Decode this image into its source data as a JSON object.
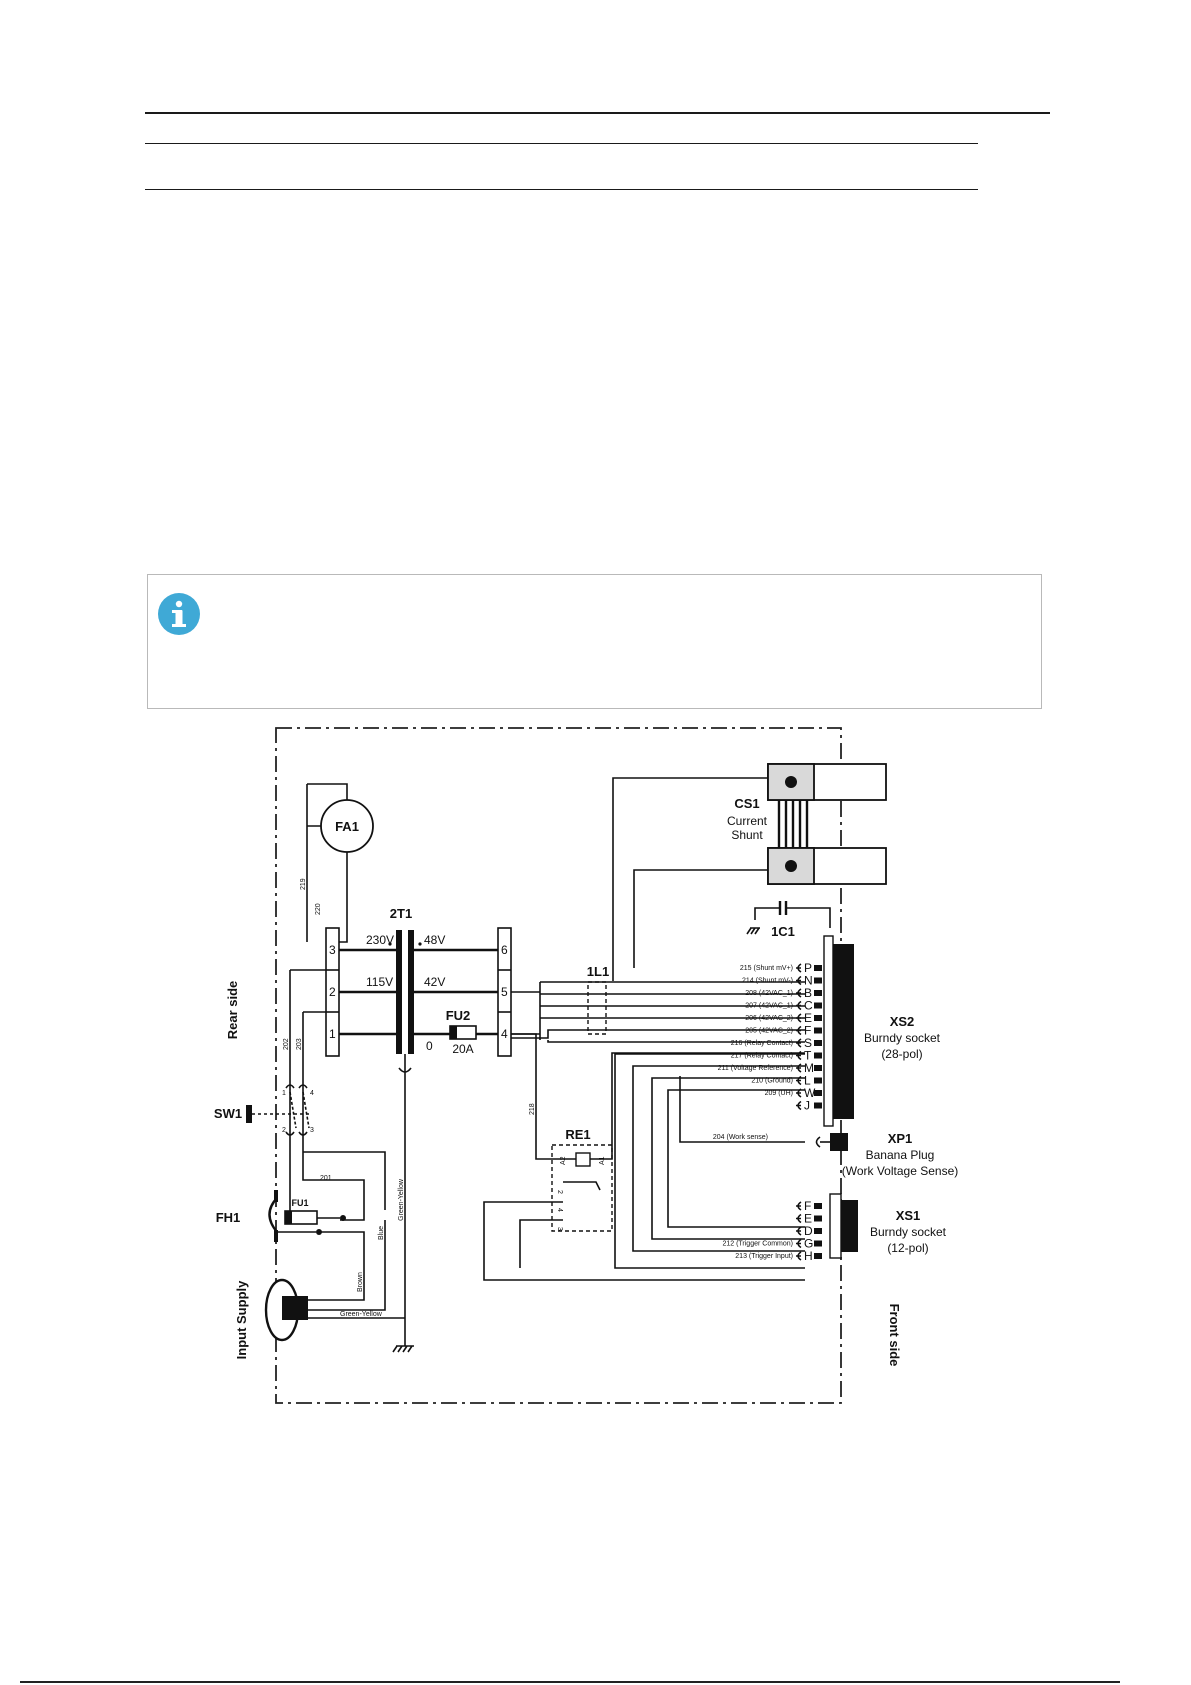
{
  "note": {
    "icon": "info-icon",
    "color": "#3fa9d6"
  },
  "border_labels": {
    "rear": "Rear side",
    "front": "Front side"
  },
  "fan": {
    "label": "FA1"
  },
  "shunt": {
    "id": "CS1",
    "name_line1": "Current",
    "name_line2": "Shunt"
  },
  "transformer": {
    "id": "2T1",
    "primary": [
      "230V",
      "115V"
    ],
    "secondary": [
      "48V",
      "42V"
    ],
    "zero": "0"
  },
  "terminals_left": [
    "3",
    "2",
    "1"
  ],
  "terminals_right": [
    "6",
    "5",
    "4"
  ],
  "fuse2": {
    "id": "FU2",
    "rating": "20A"
  },
  "choke": {
    "id": "1L1"
  },
  "capacitor": {
    "id": "1C1"
  },
  "relay": {
    "id": "RE1",
    "a2": "A2",
    "a1": "A1",
    "pins": [
      "2",
      "4",
      "3"
    ]
  },
  "switch": {
    "id": "SW1",
    "pins": [
      "1",
      "4",
      "2",
      "3"
    ]
  },
  "fuse_holder": {
    "id": "FH1",
    "fuse": "FU1"
  },
  "input": {
    "label": "Input Supply"
  },
  "wire_numbers": {
    "w219": "219",
    "w220": "220",
    "w202": "202",
    "w203": "203",
    "w218": "218",
    "w201": "201"
  },
  "wire_colors": {
    "green_yellow": "Green-Yellow",
    "blue": "Blue",
    "brown": "Brown"
  },
  "xs2": {
    "id": "XS2",
    "name": "Burndy socket",
    "poles": "(28-pol)",
    "pins": [
      {
        "pin": "P",
        "wire": "215 (Shunt mV+)"
      },
      {
        "pin": "N",
        "wire": "214 (Shunt mV-)"
      },
      {
        "pin": "B",
        "wire": "208 (42VAC_1)"
      },
      {
        "pin": "C",
        "wire": "207 (42VAC_1)"
      },
      {
        "pin": "E",
        "wire": "206 (42VAC_2)"
      },
      {
        "pin": "F",
        "wire": "205 (42VAC_2)"
      },
      {
        "pin": "S",
        "wire": "216 (Relay Contact)"
      },
      {
        "pin": "T",
        "wire": "217 (Relay Contact)"
      },
      {
        "pin": "M",
        "wire": "211 (Voltage Reference)"
      },
      {
        "pin": "L",
        "wire": "210 (Ground)"
      },
      {
        "pin": "W",
        "wire": "209 (UH)"
      },
      {
        "pin": "J",
        "wire": ""
      }
    ]
  },
  "xp1": {
    "id": "XP1",
    "name": "Banana Plug",
    "sub": "(Work Voltage Sense)",
    "wire": "204 (Work sense)"
  },
  "xs1": {
    "id": "XS1",
    "name": "Burndy socket",
    "poles": "(12-pol)",
    "pins": [
      {
        "pin": "F",
        "wire": ""
      },
      {
        "pin": "E",
        "wire": ""
      },
      {
        "pin": "D",
        "wire": ""
      },
      {
        "pin": "G",
        "wire": "212 (Trigger Common)"
      },
      {
        "pin": "H",
        "wire": "213 (Trigger Input)"
      }
    ]
  }
}
